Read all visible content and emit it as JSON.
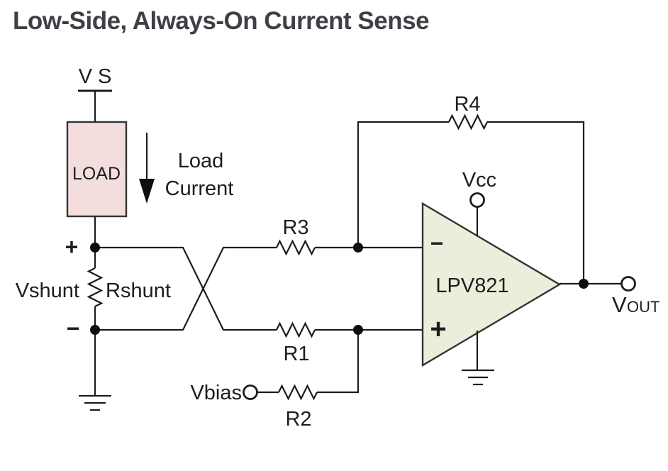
{
  "page": {
    "title": "Low-Side, Always-On Current Sense"
  },
  "colors": {
    "load_fill": "#f3dedd",
    "opamp_fill": "#e9efdb",
    "wire": "#1c1c1c",
    "outline": "#333333",
    "label_text": "#1d1d1d",
    "title_text": "#3d4045"
  },
  "circuit": {
    "supply": {
      "label": "V S"
    },
    "load": {
      "label": "LOAD"
    },
    "load_current": {
      "line1": "Load",
      "line2": "Current"
    },
    "shunt": {
      "plus": "+",
      "minus": "−",
      "voltage_label": "Vshunt",
      "resistor_label": "Rshunt"
    },
    "resistors": {
      "r1": "R1",
      "r2": "R2",
      "r3": "R3",
      "r4": "R4"
    },
    "vbias": {
      "label": "Vbias"
    },
    "opamp": {
      "name": "LPV821",
      "inverting": "−",
      "noninverting": "+",
      "supply_label": "Vcc"
    },
    "output": {
      "label_main": "V",
      "label_sub": "OUT"
    }
  }
}
